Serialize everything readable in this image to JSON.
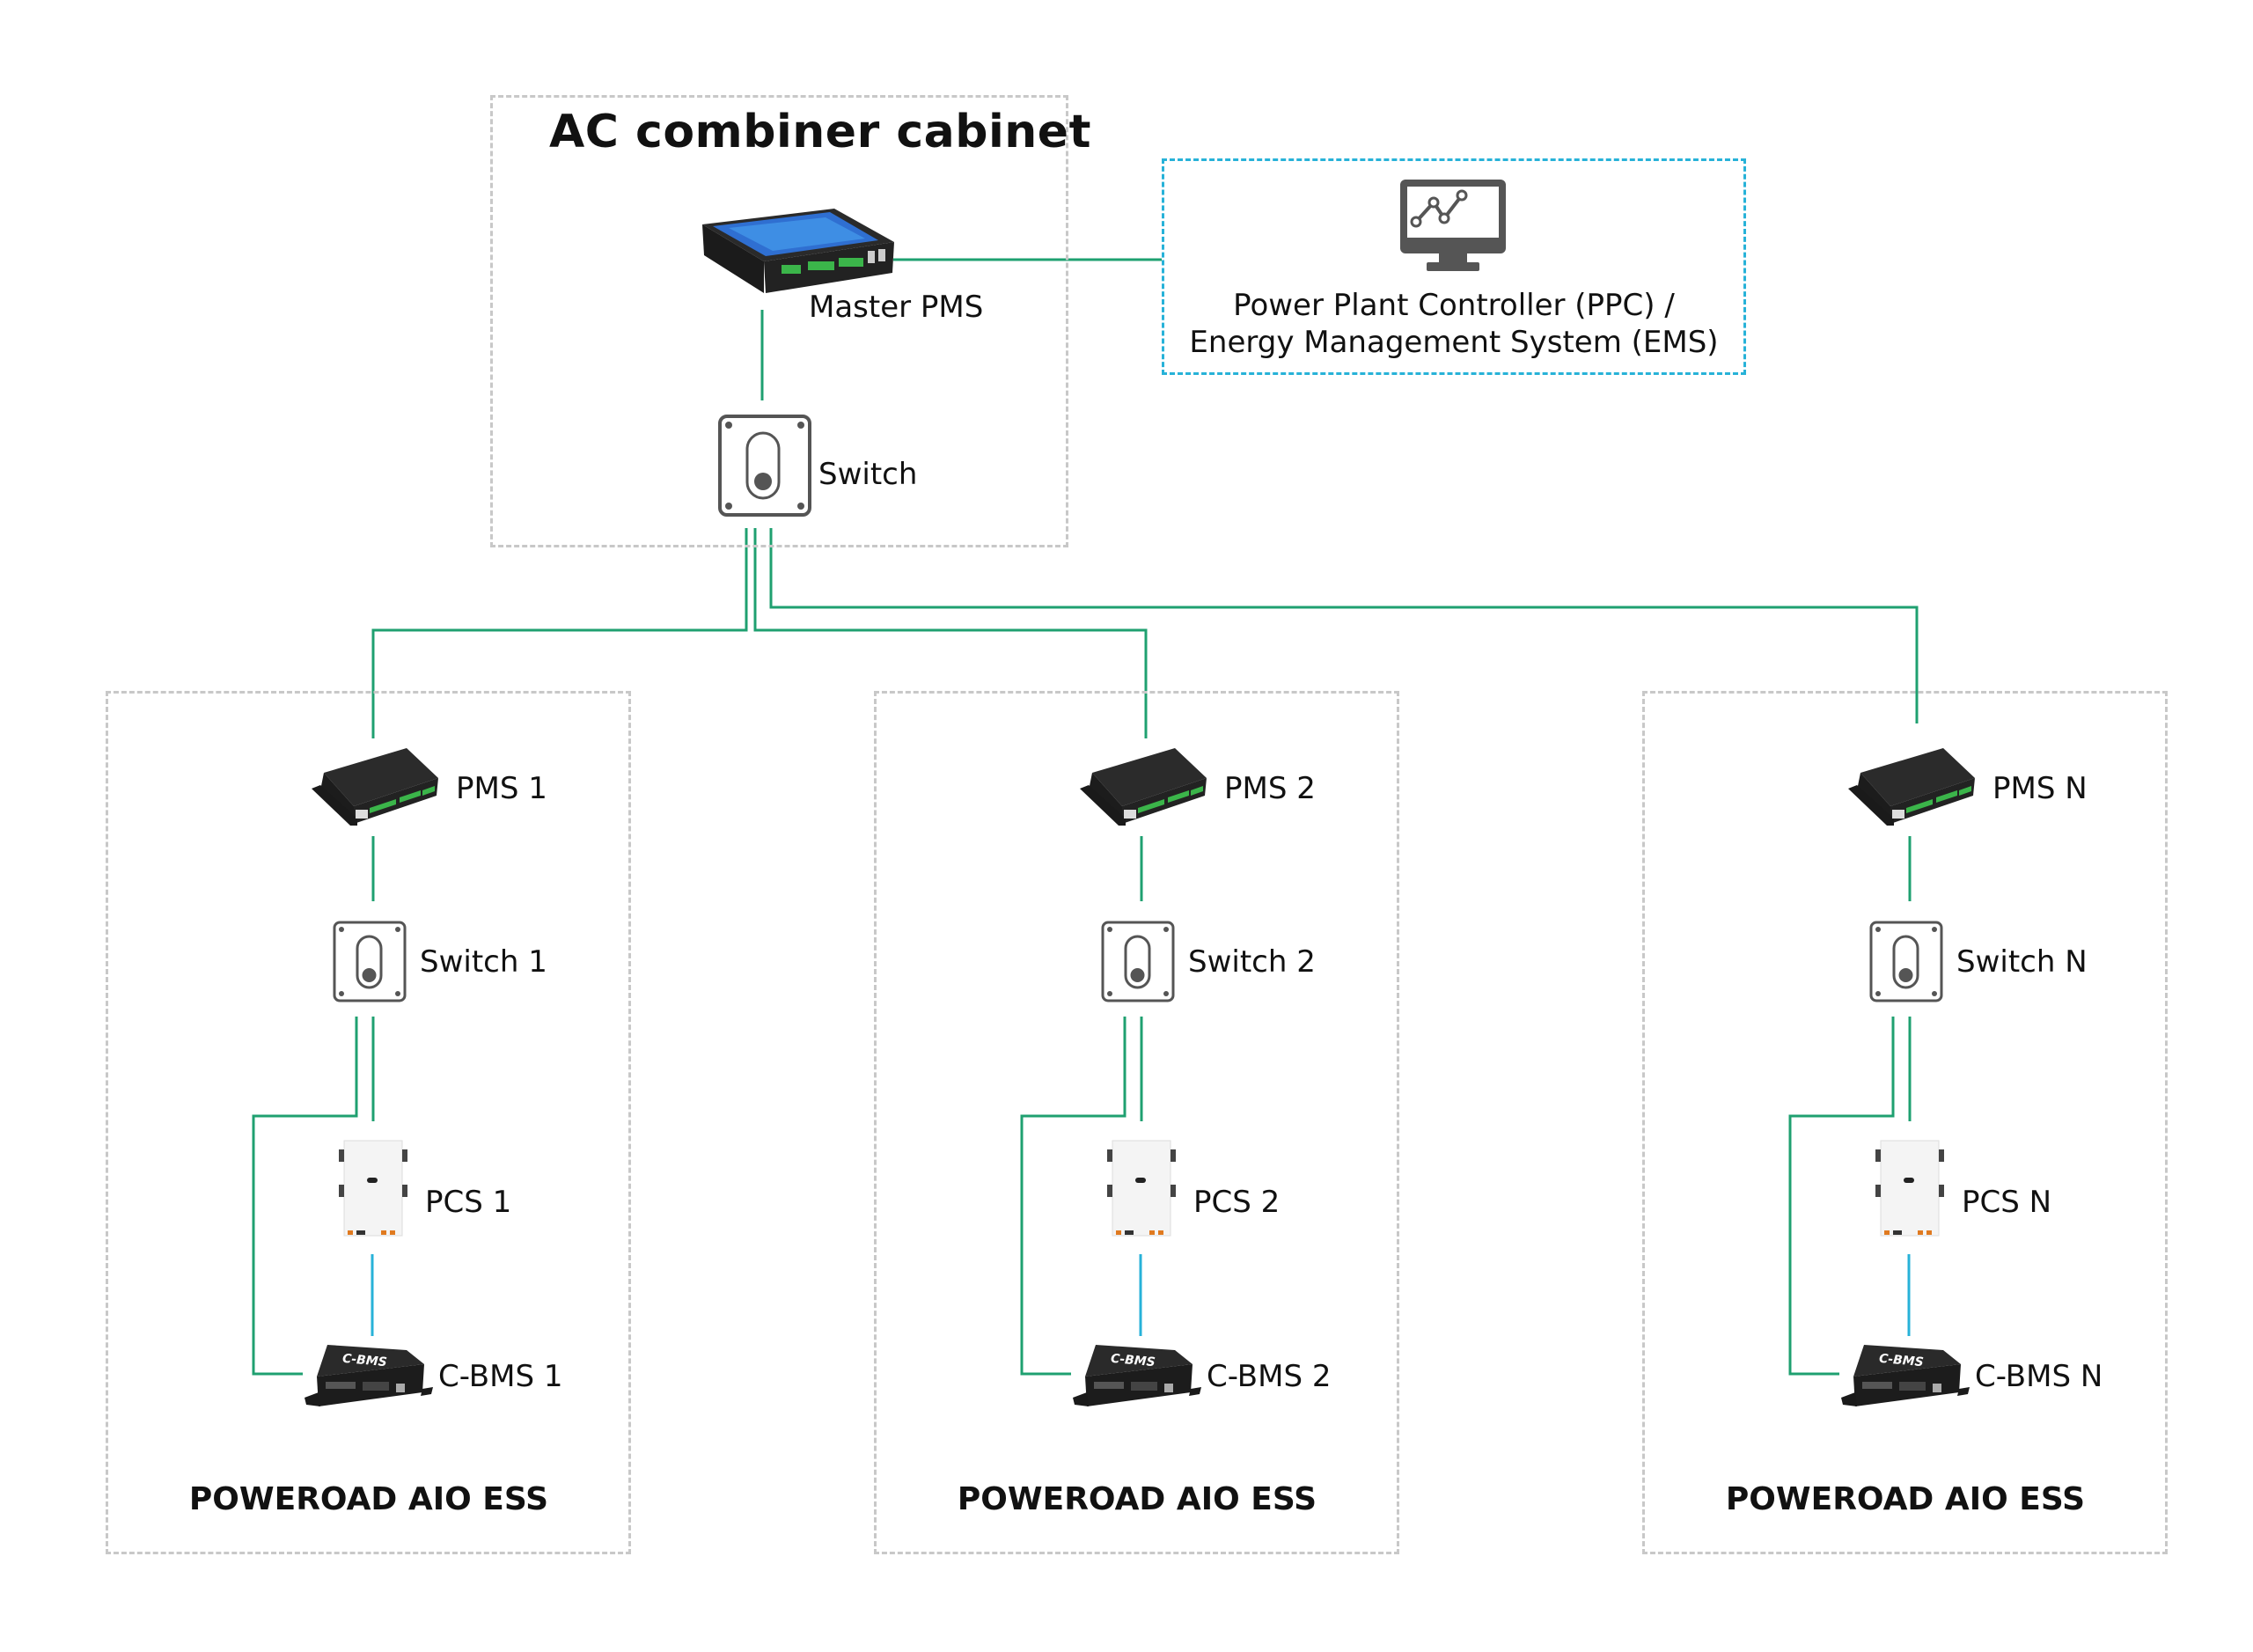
{
  "diagram": {
    "cabinet": {
      "title": "AC combiner cabinet",
      "master_pms_label": "Master PMS",
      "switch_label": "Switch"
    },
    "controller": {
      "line1": "Power Plant Controller (PPC) /",
      "line2": "Energy Management System (EMS)",
      "icon": "monitor-chart-icon"
    },
    "subsystems": [
      {
        "pms": "PMS 1",
        "switch": "Switch 1",
        "pcs": "PCS 1",
        "cbms": "C-BMS 1",
        "title": "POWEROAD AIO ESS"
      },
      {
        "pms": "PMS 2",
        "switch": "Switch 2",
        "pcs": "PCS 2",
        "cbms": "C-BMS 2",
        "title": "POWEROAD AIO ESS"
      },
      {
        "pms": "PMS N",
        "switch": "Switch N",
        "pcs": "PCS N",
        "cbms": "C-BMS N",
        "title": "POWEROAD AIO ESS"
      }
    ],
    "cbms_device_text": "C-BMS",
    "colors": {
      "link_green": "#1fa070",
      "link_blue": "#27b2d8",
      "box_gray": "#c8c8c8",
      "icon_gray": "#555555"
    }
  }
}
